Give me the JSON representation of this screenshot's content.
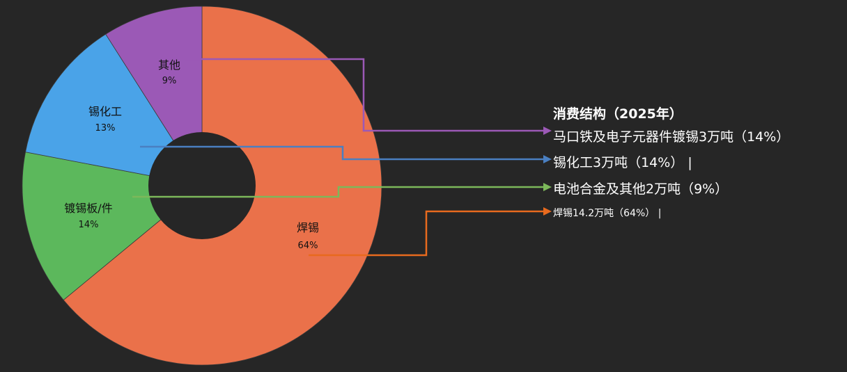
{
  "chart_data": {
    "type": "pie",
    "slices": [
      {
        "label": "焊锡",
        "pct_label": "64%",
        "value": 64,
        "color": "#EA714A"
      },
      {
        "label": "镀锡板/件",
        "pct_label": "14%",
        "value": 14,
        "color": "#5CB85C"
      },
      {
        "label": "锡化工",
        "pct_label": "13%",
        "value": 13,
        "color": "#4AA3E8"
      },
      {
        "label": "其他",
        "pct_label": "9%",
        "value": 9,
        "color": "#9B59B6"
      }
    ]
  },
  "legend": {
    "title": "消费结构（2025年）",
    "lines": [
      {
        "text": "马口铁及电子元器件镀锡3万吨（14%）",
        "color": "#9B59B6"
      },
      {
        "text": "锡化工3万吨（14%） |",
        "color": "#4A7FC1"
      },
      {
        "text": "电池合金及其他2万吨（9%）",
        "color": "#7CB85A"
      },
      {
        "text": "焊锡14.2万吨（64%） |",
        "color": "#E86A1E"
      }
    ]
  }
}
